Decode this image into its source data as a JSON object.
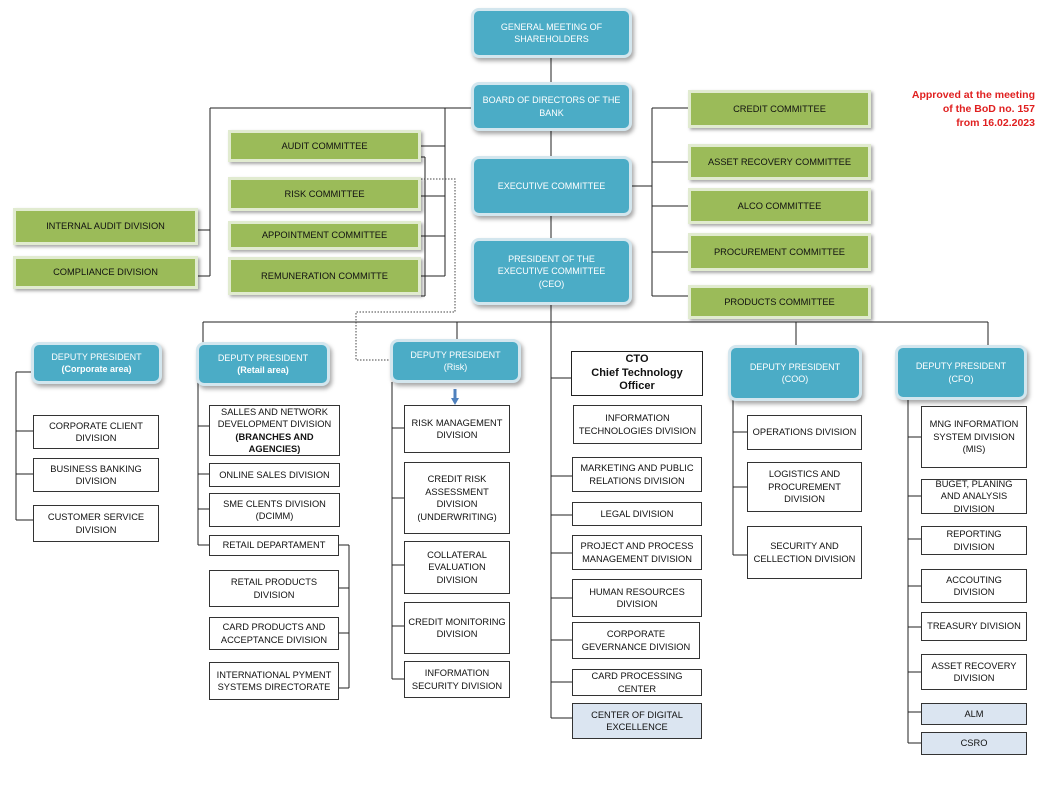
{
  "approval": {
    "line1": "Approved at the meeting",
    "line2": "of the BoD  no. 157",
    "line3": "from 16.02.2023",
    "color": "#e02020"
  },
  "colors": {
    "teal": "#4bacc6",
    "green": "#9bbb59",
    "light_blue": "#dbe5f1"
  },
  "top": {
    "gms": "GENERAL MEETING OF SHAREHOLDERS",
    "bod": "BOARD OF DIRECTORS OF THE BANK",
    "exec": "EXECUTIVE COMMITTEE",
    "ceo_l1": "PRESIDENT OF THE",
    "ceo_l2": "EXECUTIVE COMMITTEE",
    "ceo_l3": "(CEO)"
  },
  "left_committees": {
    "audit": "AUDIT COMMITTEE",
    "risk": "RISK COMMITTEE",
    "appointment": "APPOINTMENT COMMITTEE",
    "remuneration": "REMUNERATION COMMITTE"
  },
  "left_divisions": {
    "internal_audit": "INTERNAL AUDIT DIVISION",
    "compliance": "COMPLIANCE DIVISION"
  },
  "right_committees": {
    "credit": "CREDIT COMMITTEE",
    "asset_recovery": "ASSET RECOVERY COMMITTEE",
    "alco": "ALCO COMMITTEE",
    "procurement": "PROCUREMENT COMMITTEE",
    "products": "PRODUCTS COMMITTEE"
  },
  "corporate": {
    "head_l1": "DEPUTY PRESIDENT",
    "head_l2": "(Corporate area)",
    "items": [
      "CORPORATE CLIENT DIVISION",
      "BUSINESS BANKING DIVISION",
      "CUSTOMER SERVICE DIVISION"
    ]
  },
  "retail": {
    "head_l1": "DEPUTY PRESIDENT",
    "head_l2": "(Retail area)",
    "salles_l1": "SALLES AND NETWORK DEVELOPMENT DIVISION",
    "salles_l2": "(BRANCHES AND AGENCIES)",
    "online": "ONLINE SALES DIVISION",
    "sme_l1": "SME CLENTS DIVISION",
    "sme_l2": "(DCIMM)",
    "retail_dept": "RETAIL DEPARTAMENT",
    "retail_products": "RETAIL PRODUCTS DIVISION",
    "card_products": "CARD PRODUCTS AND ACCEPTANCE DIVISION",
    "intl_payment": "INTERNATIONAL PYMENT SYSTEMS DIRECTORATE"
  },
  "risk": {
    "head_l1": "DEPUTY PRESIDENT",
    "head_l2": "(Risk)",
    "risk_mgmt": "RISK MANAGEMENT DIVISION",
    "credit_risk_l1": "CREDIT RISK ASSESSMENT DIVISION",
    "credit_risk_l2": "(UNDERWRITING)",
    "collateral": "COLLATERAL EVALUATION DIVISION",
    "credit_monitoring": "CREDIT MONITORING DIVISION",
    "info_security": "INFORMATION SECURITY DIVISION"
  },
  "cto": {
    "head_l1": "CTO",
    "head_l2": "Chief Technology Officer",
    "items": [
      "INFORMATION TECHNOLOGIES DIVISION",
      "MARKETING AND PUBLIC RELATIONS DIVISION",
      "LEGAL DIVISION",
      "PROJECT AND PROCESS MANAGEMENT DIVISION",
      "HUMAN RESOURCES DIVISION",
      "CORPORATE GEVERNANCE DIVISION",
      "CARD PROCESSING CENTER",
      "CENTER OF DIGITAL EXCELLENCE"
    ]
  },
  "coo": {
    "head_l1": "DEPUTY PRESIDENT",
    "head_l2": "(COO)",
    "items": [
      "OPERATIONS DIVISION",
      "LOGISTICS AND PROCUREMENT DIVISION",
      "SECURITY AND CELLECTION DIVISION"
    ]
  },
  "cfo": {
    "head_l1": "DEPUTY PRESIDENT",
    "head_l2": "(CFO)",
    "mis_l1": "MNG INFORMATION SYSTEM DIVISION",
    "mis_l2": "(MIS)",
    "buget": "BUGET, PLANING AND ANALYSIS DIVISION",
    "reporting": "REPORTING DIVISION",
    "accounting": "ACCOUTING DIVISION",
    "treasury": "TREASURY DIVISION",
    "asset_recovery": "ASSET RECOVERY DIVISION",
    "alm": "ALM",
    "csro": "CSRO"
  }
}
